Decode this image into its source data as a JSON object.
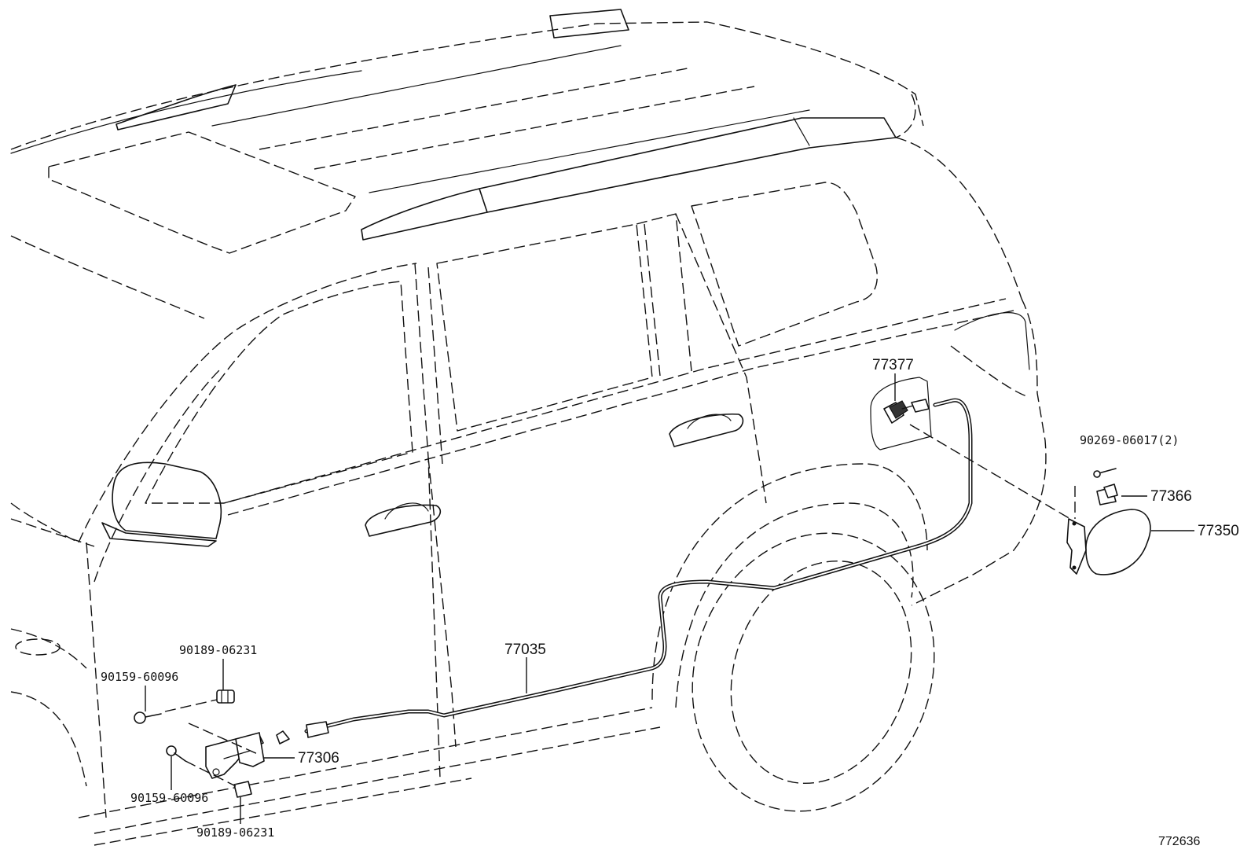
{
  "diagram_id": "772636",
  "parts": [
    {
      "number": "77377"
    },
    {
      "number": "90269-06017(2)"
    },
    {
      "number": "77366"
    },
    {
      "number": "77350"
    },
    {
      "number": "77035"
    },
    {
      "number": "90189-06231"
    },
    {
      "number": "90159-60096"
    },
    {
      "number": "77306"
    },
    {
      "number": "90159-60096"
    },
    {
      "number": "90189-06231"
    }
  ]
}
